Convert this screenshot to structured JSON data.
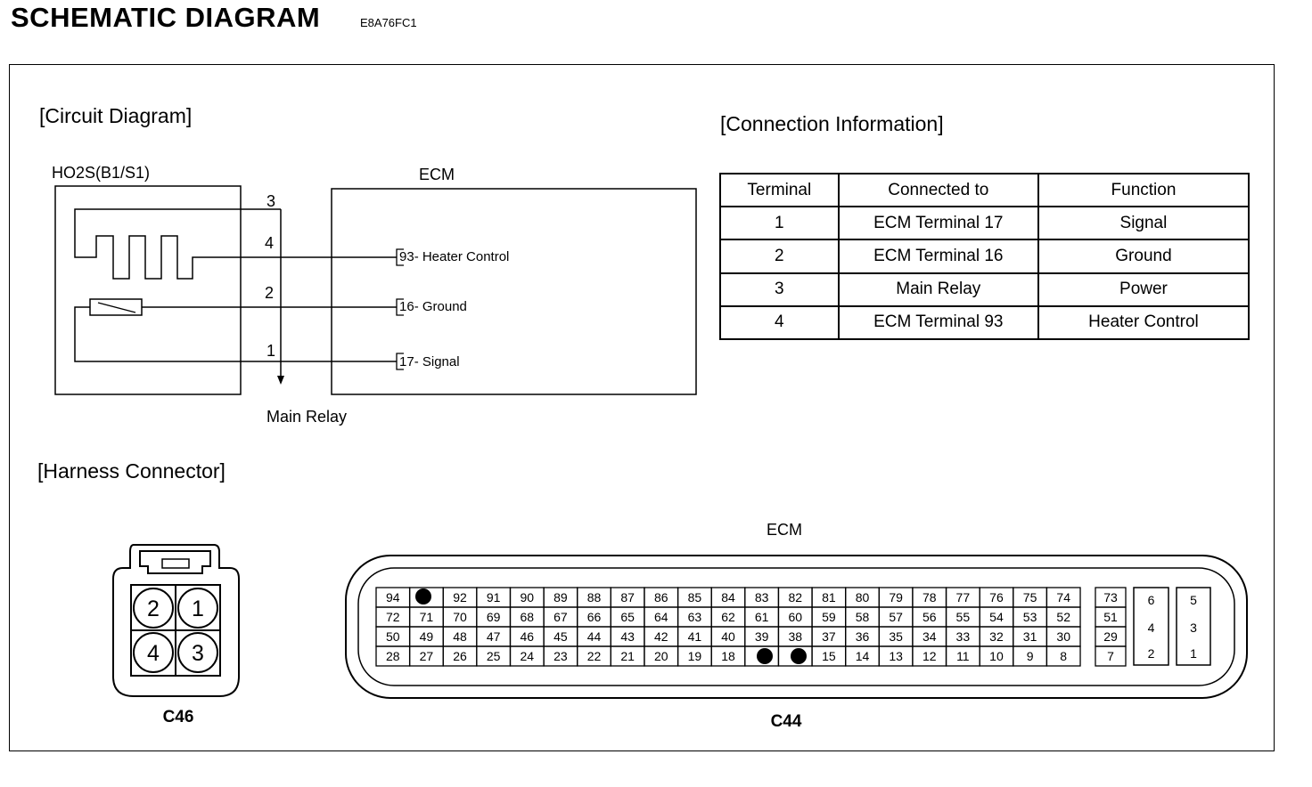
{
  "header": {
    "title": "SCHEMATIC DIAGRAM",
    "code": "E8A76FC1"
  },
  "circuit": {
    "section_title": "[Circuit Diagram]",
    "sensor_label": "HO2S(B1/S1)",
    "ecm_label": "ECM",
    "relay_label": "Main Relay",
    "wire_numbers": [
      "3",
      "4",
      "2",
      "1"
    ],
    "pins": [
      {
        "num": "93",
        "label": "- Heater Control"
      },
      {
        "num": "16",
        "label": "- Ground"
      },
      {
        "num": "17",
        "label": "- Signal"
      }
    ]
  },
  "connection": {
    "section_title": "[Connection Information]",
    "headers": [
      "Terminal",
      "Connected to",
      "Function"
    ],
    "rows": [
      [
        "1",
        "ECM Terminal 17",
        "Signal"
      ],
      [
        "2",
        "ECM Terminal 16",
        "Ground"
      ],
      [
        "3",
        "Main Relay",
        "Power"
      ],
      [
        "4",
        "ECM Terminal 93",
        "Heater Control"
      ]
    ]
  },
  "harness": {
    "section_title": "[Harness Connector]",
    "c46": {
      "name": "C46",
      "pins": [
        "2",
        "1",
        "4",
        "3"
      ]
    },
    "ecm": {
      "label": "ECM",
      "name": "C44",
      "grid": [
        [
          "94",
          "",
          "92",
          "91",
          "90",
          "89",
          "88",
          "87",
          "86",
          "85",
          "84",
          "83",
          "82",
          "81",
          "80",
          "79",
          "78",
          "77",
          "76",
          "75",
          "74"
        ],
        [
          "72",
          "71",
          "70",
          "69",
          "68",
          "67",
          "66",
          "65",
          "64",
          "63",
          "62",
          "61",
          "60",
          "59",
          "58",
          "57",
          "56",
          "55",
          "54",
          "53",
          "52"
        ],
        [
          "50",
          "49",
          "48",
          "47",
          "46",
          "45",
          "44",
          "43",
          "42",
          "41",
          "40",
          "39",
          "38",
          "37",
          "36",
          "35",
          "34",
          "33",
          "32",
          "31",
          "30"
        ],
        [
          "28",
          "27",
          "26",
          "25",
          "24",
          "23",
          "22",
          "21",
          "20",
          "19",
          "18",
          "",
          "",
          "15",
          "14",
          "13",
          "12",
          "11",
          "10",
          "9",
          "8"
        ]
      ],
      "side_col": [
        "73",
        "51",
        "29",
        "7"
      ],
      "small_block": [
        [
          "6",
          "5"
        ],
        [
          "4",
          "3"
        ],
        [
          "2",
          "1"
        ]
      ]
    }
  }
}
